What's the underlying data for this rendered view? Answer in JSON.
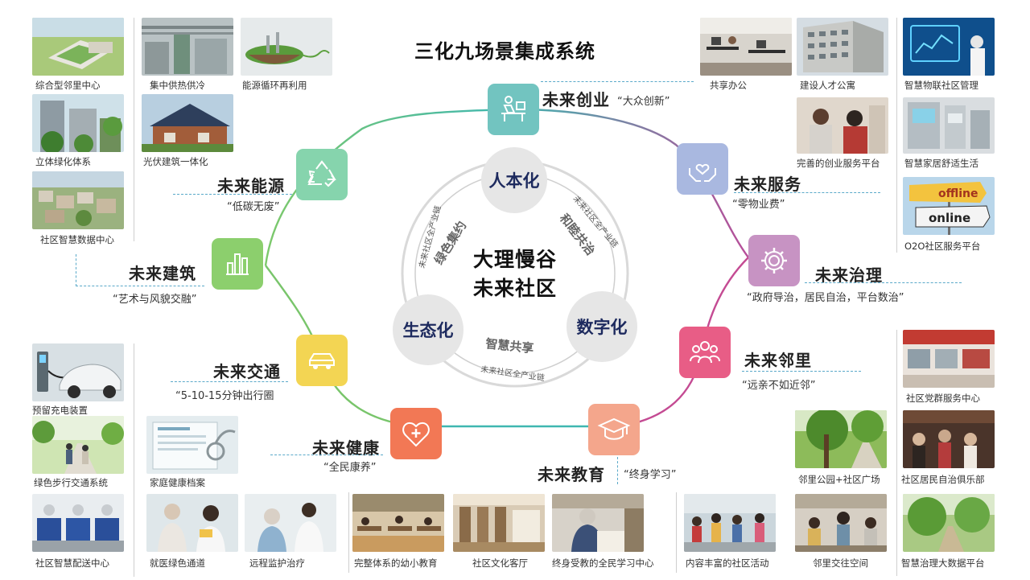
{
  "title": "三化九场景集成系统",
  "center": {
    "line1": "大理慢谷",
    "line2": "未来社区"
  },
  "pillars": {
    "top": "人本化",
    "left": "生态化",
    "right": "数字化"
  },
  "arc_labels": {
    "chain_left": "未来社区全产业链",
    "chain_right": "未来社区全产业链",
    "chain_bottom": "未来社区全产业链",
    "green": "绿色集约",
    "harmony": "和睦共治",
    "smart": "智慧共享"
  },
  "scenarios": {
    "chuangye": {
      "name": "未来创业",
      "sub": "“大众创新”"
    },
    "fuwu": {
      "name": "未来服务",
      "sub": "“零物业费”"
    },
    "zhili": {
      "name": "未来治理",
      "sub": "“政府导治，居民自治，平台数治”"
    },
    "linli": {
      "name": "未来邻里",
      "sub": "“远亲不如近邻”"
    },
    "jiaoyu": {
      "name": "未来教育",
      "sub": "“终身学习”"
    },
    "jiankang": {
      "name": "未来健康",
      "sub": "“全民康养”"
    },
    "jiaotong": {
      "name": "未来交通",
      "sub": "“5-10-15分钟出行圈"
    },
    "jianzhu": {
      "name": "未来建筑",
      "sub": "“艺术与风貌交融”"
    },
    "nengyuan": {
      "name": "未来能源",
      "sub": "“低碳无废”"
    }
  },
  "captions": {
    "c1": "综合型邻里中心",
    "c2": "立体绿化体系",
    "c3": "社区智慧数据中心",
    "c4": "集中供热供冷",
    "c5": "能源循环再利用",
    "c6": "光伏建筑一体化",
    "c7": "共享办公",
    "c8": "建设人才公寓",
    "c9": "完善的创业服务平台",
    "c10": "智慧物联社区管理",
    "c11": "智慧家居舒适生活",
    "c12": "O2O社区服务平台",
    "c13": "预留充电装置",
    "c14": "绿色步行交通系统",
    "c15": "社区智慧配送中心",
    "c16": "家庭健康档案",
    "c17": "就医绿色通道",
    "c18": "远程监护治疗",
    "c19": "完整体系的幼小教育",
    "c20": "社区文化客厅",
    "c21": "终身受教的全民学习中心",
    "c22": "内容丰富的社区活动",
    "c23": "邻里交往空间",
    "c24": "社区党群服务中心",
    "c25": "邻里公园+社区广场",
    "c26": "社区居民自治俱乐部",
    "c27": "智慧治理大数据平台"
  },
  "sign_text": {
    "top": "offline",
    "bottom": "online"
  },
  "colors": {
    "chuangye": "#72c4c0",
    "fuwu": "#a9b8e0",
    "zhili": "#c793c3",
    "linli": "#e85d86",
    "jiaoyu": "#f4a68c",
    "jiankang": "#f27855",
    "jiaotong": "#f3d553",
    "jianzhu": "#8ccf6d",
    "nengyuan": "#86d4ad",
    "loop_green": "#79c56b",
    "loop_purple": "#b84d99",
    "loop_teal": "#3fb7b0",
    "pillar_text": "#1d2a5e"
  }
}
